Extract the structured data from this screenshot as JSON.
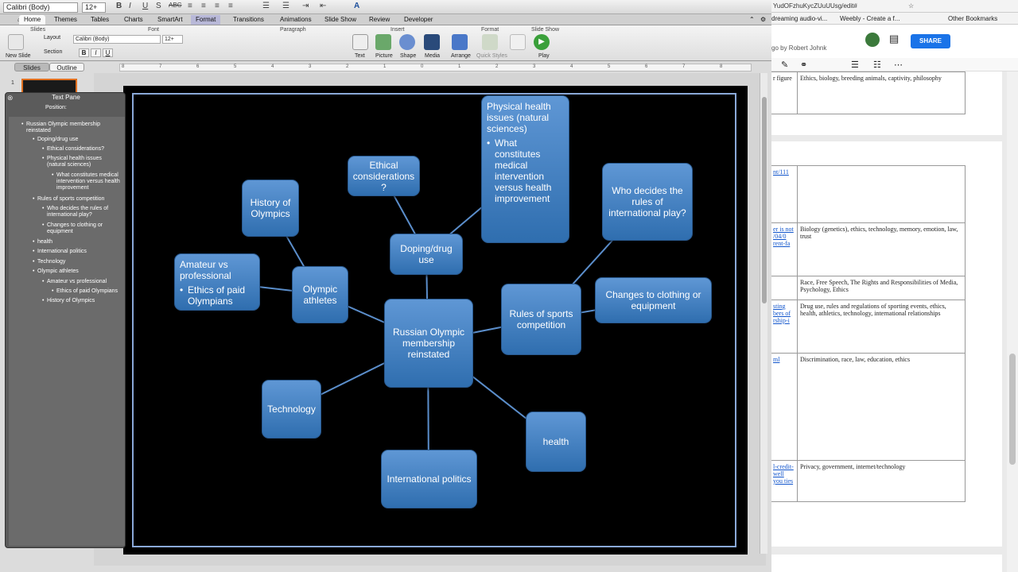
{
  "app": {
    "font_name": "Calibri (Body)",
    "font_size": "12+",
    "ribbon_tabs": [
      "Home",
      "Themes",
      "Tables",
      "Charts",
      "SmartArt",
      "Format",
      "Transitions",
      "Animations",
      "Slide Show",
      "Review",
      "Developer"
    ],
    "groups": {
      "slides": "Slides",
      "font": "Font",
      "paragraph": "Paragraph",
      "insert": "Insert",
      "format": "Format",
      "slideshow": "Slide Show"
    },
    "buttons": {
      "new_slide": "New Slide",
      "layout": "Layout",
      "section": "Section",
      "text": "Text",
      "picture": "Picture",
      "shape": "Shape",
      "media": "Media",
      "arrange": "Arrange",
      "quick_styles": "Quick Styles",
      "play": "Play"
    },
    "sidetabs": {
      "slides": "Slides",
      "outline": "Outline"
    },
    "slide_number": "1",
    "ruler": [
      "8",
      "7",
      "6",
      "5",
      "4",
      "3",
      "2",
      "1",
      "0",
      "1",
      "2",
      "3",
      "4",
      "5",
      "6",
      "7",
      "8"
    ]
  },
  "text_pane": {
    "title": "Text Pane",
    "position_label": "Position:",
    "items": [
      "Russian Olympic membership reinstated",
      "Doping/drug use",
      "Ethical considerations?",
      "Physical health issues (natural sciences)",
      "What constitutes medical intervention versus health improvement",
      "Rules of sports competition",
      "Who decides the rules of international play?",
      "Changes to clothing or equipment",
      "health",
      "International politics",
      "Technology",
      "Olympic athletes",
      "Amateur vs professional",
      "Ethics of paid Olympians",
      "History of Olympics"
    ]
  },
  "smartart": {
    "center": "Russian Olympic membership reinstated",
    "doping": "Doping/drug use",
    "ethical": "Ethical considerations ?",
    "physical_title": "Physical health issues (natural sciences)",
    "physical_bullet": "What constitutes medical intervention versus health improvement",
    "rules": "Rules of sports competition",
    "who": "Who decides the rules of international play?",
    "changes": "Changes to clothing or equipment",
    "health": "health",
    "politics": "International politics",
    "technology": "Technology",
    "athletes": "Olympic athletes",
    "amateur_title": "Amateur vs professional",
    "amateur_bullet": "Ethics of paid Olympians",
    "history": "History of Olympics"
  },
  "browser": {
    "url": "YudOFzhuKycZUuUUsg/edit#",
    "bookmarks": [
      "dreaming audio-vi...",
      "Weebly - Create a f...",
      "Other Bookmarks"
    ],
    "doc_author": "go by Robert Johnk",
    "share": "SHARE"
  },
  "doc_table": {
    "rows": [
      {
        "left": "r figure",
        "right": "Ethics, biology, breeding animals, captivity, philosophy"
      },
      {
        "left": "nt/111",
        "right": ""
      },
      {
        "left": "er is not /04/0 rent-fa",
        "right": "Biology (genetics), ethics, technology, memory, emotion, law, trust"
      },
      {
        "left": "",
        "right": "Race, Free Speech, The Rights and Responsibilities of Media, Psychology, Ethics"
      },
      {
        "left": "sting bers of rship-i",
        "right": "Drug use, rules and regulations of sporting events, ethics, health, athletics, technology, international relationships"
      },
      {
        "left": "ml",
        "right": "Discrimination, race, law, education, ethics"
      },
      {
        "left": "l-credit- well you ties",
        "right": "Privacy, government, internet/technology"
      }
    ]
  }
}
